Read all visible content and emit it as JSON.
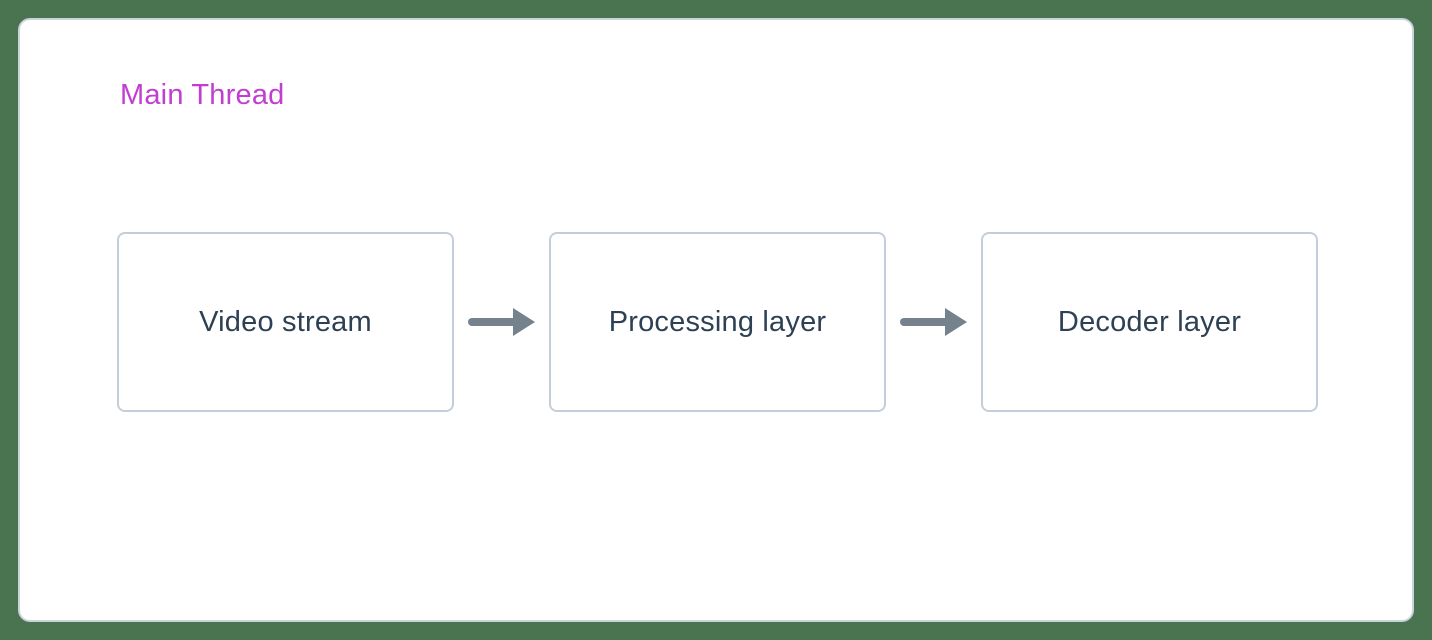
{
  "frame": {
    "background_color": "#4a7350"
  },
  "card": {
    "background_color": "#ffffff",
    "border_color": "#c9d3dd"
  },
  "diagram": {
    "title": "Main Thread",
    "title_color": "#c03fd0",
    "node_border_color": "#c4ced9",
    "node_text_color": "#2e4154",
    "arrow_color": "#75828e",
    "nodes": [
      {
        "id": "video-stream",
        "label": "Video stream"
      },
      {
        "id": "processing-layer",
        "label": "Processing layer"
      },
      {
        "id": "decoder-layer",
        "label": "Decoder layer"
      }
    ],
    "edges": [
      {
        "from": "video-stream",
        "to": "processing-layer"
      },
      {
        "from": "processing-layer",
        "to": "decoder-layer"
      }
    ]
  }
}
